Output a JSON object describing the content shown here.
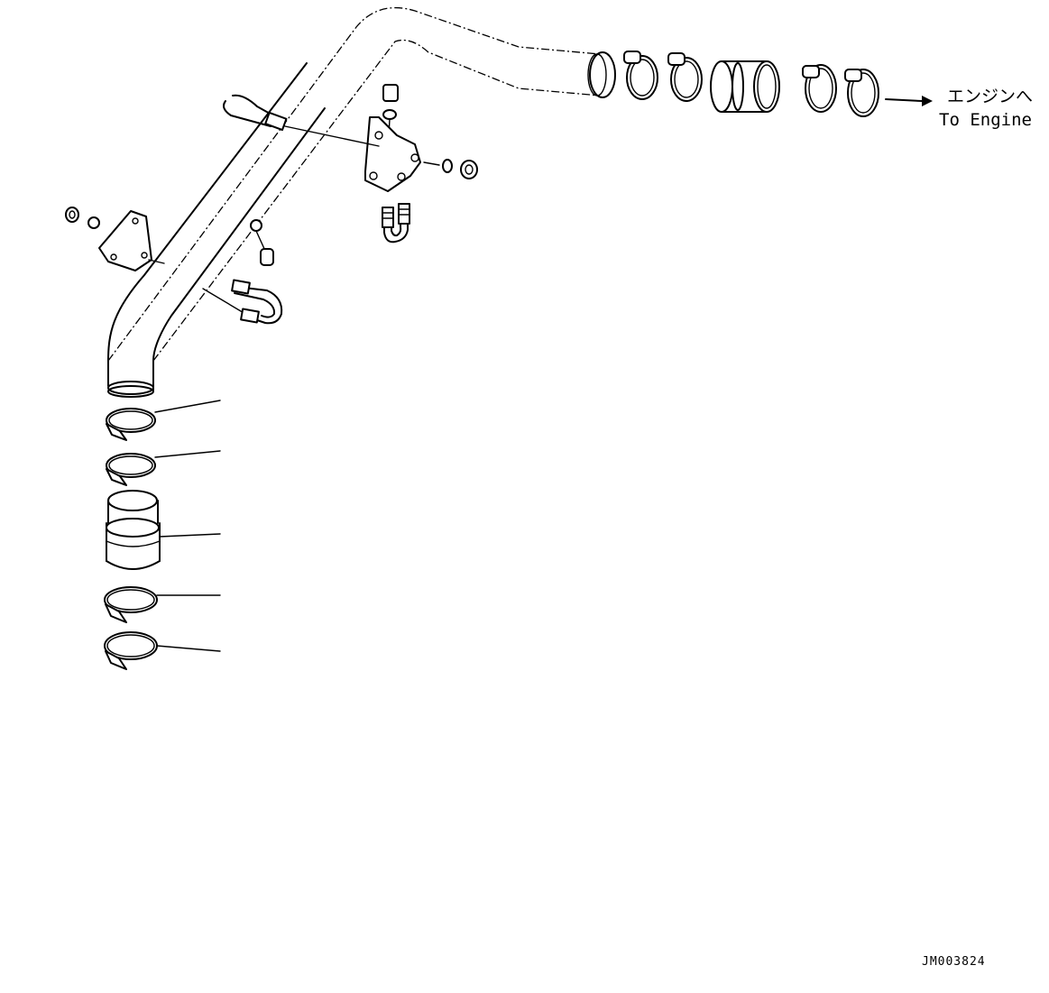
{
  "destination": {
    "label_jp": "エンジンへ",
    "label_en": "To Engine"
  },
  "drawing_code": "JM003824"
}
